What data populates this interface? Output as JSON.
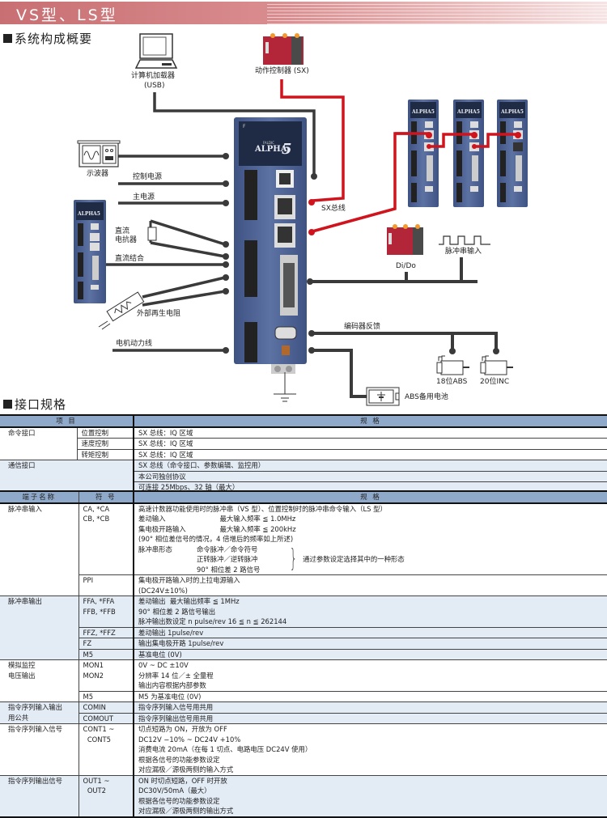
{
  "header": {
    "title": "VS型、LS型"
  },
  "sections": {
    "system": "系统构成概要",
    "interface": "接口规格"
  },
  "diagram": {
    "labels": {
      "pc_loader": "计算机加载器",
      "pc_loader_sub": "(USB)",
      "motion_controller": "动作控制器 (SX)",
      "oscilloscope": "示波器",
      "control_power": "控制电源",
      "main_power": "主电源",
      "dc_reactor_1": "直流",
      "dc_reactor_2": "电抗器",
      "dc_link": "直流结合",
      "ext_regen_resistor": "外部再生电阻",
      "motor_power": "电机动力线",
      "sx_bus": "SX总线",
      "di_do": "Di/Do",
      "pulse_input": "脉冲串输入",
      "encoder_feedback": "编码器反馈",
      "enc_18bit_abs": "18位ABS",
      "enc_20bit_inc": "20位INC",
      "abs_battery": "ABS备用电池",
      "brand_small": "FALDIC",
      "brand": "ALPHA",
      "brand_num": "5"
    },
    "colors": {
      "sx_bus": "#d0141e",
      "cable": "#3a3a3a",
      "servo_body": "#4a5e8c",
      "controller": "#b3263a"
    }
  },
  "table1": {
    "headers": [
      "项  目",
      "规  格"
    ],
    "rows": [
      {
        "c1": "命令接口",
        "c2": "位置控制",
        "c3": "SX 总线：IQ 区域"
      },
      {
        "c1": "",
        "c2": "速度控制",
        "c3": "SX 总线：IQ 区域"
      },
      {
        "c1": "",
        "c2": "转矩控制",
        "c3": "SX 总线：IQ 区域"
      },
      {
        "c1": "通信接口",
        "c2": "",
        "c3": "SX 总线（命令接口、参数编辑、监控用）"
      },
      {
        "c1": "",
        "c2": "",
        "c3": "本公司独创协议"
      },
      {
        "c1": "",
        "c2": "",
        "c3": "可连接 25Mbps、32 轴（最大）"
      }
    ]
  },
  "table2": {
    "headers": [
      "端子名称",
      "符 号",
      "规 格"
    ],
    "groups": [
      {
        "name": [
          "脉冲串输入"
        ],
        "rows": [
          {
            "symbol": [
              "CA, *CA",
              "CB, *CB"
            ],
            "spec": [
              "高速计数器功能使用时的脉冲串（VS 型）、位置控制时的脉冲串命令输入（LS 型）",
              "差动输入　　　　　　　　最大输入频率 ≦ 1.0MHz",
              "集电极开路输入　　　　　最大输入频率 ≦ 200kHz",
              "(90° 相位差信号的情况，4 倍增后的频率如上所述)"
            ],
            "pulse_form": {
              "label": "脉冲串形态",
              "options": [
                "命令脉冲／命令符号",
                "正转脉冲／逆转脉冲",
                "90° 相位差 2 路信号"
              ],
              "note": "通过参数设定选择其中的一种形态"
            }
          },
          {
            "symbol": [
              "PPI"
            ],
            "spec": [
              "集电极开路输入时的上拉电源输入",
              "(DC24V±10%)"
            ]
          }
        ]
      },
      {
        "name": [
          "脉冲串输出"
        ],
        "alt": true,
        "rows": [
          {
            "symbol": [
              "FFA, *FFA",
              "FFB, *FFB"
            ],
            "spec": [
              "差动输出  最大输出频率 ≦ 1MHz",
              "90° 相位差 2 路信号输出",
              "脉冲输出数设定 n pulse/rev 16 ≦ n ≦ 262144"
            ]
          },
          {
            "symbol": [
              "FFZ, *FFZ"
            ],
            "spec": [
              "差动输出 1pulse/rev"
            ]
          },
          {
            "symbol": [
              "FZ"
            ],
            "spec": [
              "输出集电极开路 1pulse/rev"
            ]
          },
          {
            "symbol": [
              "M5"
            ],
            "spec": [
              "基准电位 (0V)"
            ]
          }
        ]
      },
      {
        "name": [
          "模拟监控",
          "电压输出"
        ],
        "rows": [
          {
            "symbol": [
              "MON1",
              "MON2"
            ],
            "spec": [
              "0V ~ DC ±10V",
              "分辨率 14 位／± 全量程",
              "输出内容根据内部参数"
            ]
          },
          {
            "symbol": [
              "M5"
            ],
            "spec": [
              "M5 为基准电位 (0V)"
            ]
          }
        ]
      },
      {
        "name": [
          "指令序列输入输出",
          "用公共"
        ],
        "alt": true,
        "rows": [
          {
            "symbol": [
              "COMIN"
            ],
            "spec": [
              "指令序列输入信号用共用"
            ]
          },
          {
            "symbol": [
              "COMOUT"
            ],
            "spec": [
              "指令序列输出信号用共用"
            ]
          }
        ]
      },
      {
        "name": [
          "指令序列输入信号"
        ],
        "rows": [
          {
            "symbol": [
              "CONT1 ~",
              "  CONT5"
            ],
            "spec": [
              "切点短路为 ON，开放为 OFF",
              "DC12V −10% ~ DC24V +10%",
              "消费电流 20mA（在每 1 切点、电路电压 DC24V 使用）",
              "根据各信号的功能参数设定",
              "对应漏极／源极两侧的输入方式"
            ]
          }
        ]
      },
      {
        "name": [
          "指令序列输出信号"
        ],
        "alt": true,
        "rows": [
          {
            "symbol": [
              "OUT1 ~",
              "  OUT2"
            ],
            "spec": [
              "ON 时切点短路，OFF 时开放",
              "DC30V/50mA（最大）",
              "根据各信号的功能参数设定",
              "对应漏极／源极两侧的输出方式"
            ]
          }
        ]
      }
    ]
  }
}
